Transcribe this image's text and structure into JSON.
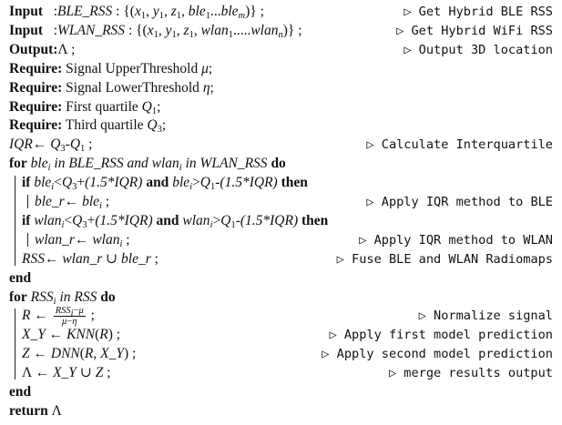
{
  "lines": [
    {
      "indent": 0,
      "code_html": "<b>Input</b>&nbsp;&nbsp;&nbsp;:<i>BLE_RSS</i> : {(<i>x</i><sub>1</sub>, <i>y</i><sub>1</sub>, <i>z</i><sub>1</sub>, <i>ble</i><sub>1</sub>...<i>ble</i><sub><i>m</i></sub>)} ;",
      "comment": "▷ Get Hybrid BLE RSS"
    },
    {
      "indent": 0,
      "code_html": "<b>Input</b>&nbsp;&nbsp;&nbsp;:<i>WLAN_RSS</i> : {(<i>x</i><sub>1</sub>, <i>y</i><sub>1</sub>, <i>z</i><sub>1</sub>, <i>wlan</i><sub>1</sub>.....<i>wlan</i><sub><i>n</i></sub>)} ;",
      "comment": "▷ Get Hybrid WiFi RSS"
    },
    {
      "indent": 0,
      "code_html": "<b>Output:</b>Λ ;",
      "comment": "▷ Output 3D location"
    },
    {
      "indent": 0,
      "code_html": "<b>Require:</b> Signal UpperThreshold <i>μ</i>;",
      "comment": ""
    },
    {
      "indent": 0,
      "code_html": "<b>Require:</b> Signal LowerThreshold <i>η</i>;",
      "comment": ""
    },
    {
      "indent": 0,
      "code_html": "<b>Require:</b> First quartile <i>Q</i><sub>1</sub>;",
      "comment": ""
    },
    {
      "indent": 0,
      "code_html": "<b>Require:</b> Third quartile <i>Q</i><sub>3</sub>;",
      "comment": ""
    },
    {
      "indent": 0,
      "code_html": "<i>IQR</i>← <i>Q</i><sub>3</sub>-<i>Q</i><sub>1</sub> ;",
      "comment": "▷ Calculate Interquartile"
    },
    {
      "indent": 0,
      "code_html": "<b>for</b> <i>ble<sub>i</sub> in BLE_RSS and wlan<sub>i</sub> in WLAN_RSS</i> <b>do</b>",
      "comment": ""
    },
    {
      "indent": 1,
      "code_html": "<b>if</b> <i>ble<sub>i</sub></i>&lt;<i>Q</i><sub>3</sub>+<i>(1.5*IQR)</i> <i><b>and</b></i> <i>ble<sub>i</sub></i>&gt;<i>Q</i><sub>1</sub>-<i>(1.5*IQR)</i> <b>then</b>",
      "comment": ""
    },
    {
      "indent": 2,
      "code_html": "<i>ble_r</i>← <i>ble<sub>i</sub></i> ;",
      "comment": "▷ Apply IQR method to BLE"
    },
    {
      "indent": 1,
      "code_html": "<b>if</b> <i>wlan<sub>i</sub></i>&lt;<i>Q</i><sub>3</sub>+<i>(1.5*IQR)</i> <i><b>and</b></i> <i>wlan<sub>i</sub></i>&gt;<i>Q</i><sub>1</sub>-<i>(1.5*IQR)</i> <b>then</b>",
      "comment": ""
    },
    {
      "indent": 2,
      "code_html": "<i>wlan_r</i>← <i>wlan<sub>i</sub></i> ;",
      "comment": "▷ Apply IQR method to WLAN"
    },
    {
      "indent": 1,
      "code_html": "<i>RSS</i>← <i>wlan_r</i> ∪ <i>ble_r</i> ;",
      "comment": "▷ Fuse BLE and WLAN Radiomaps"
    },
    {
      "indent": 0,
      "code_html": "<b>end</b>",
      "comment": ""
    },
    {
      "indent": 0,
      "code_html": "<b>for</b> <i>RSS<sub>i</sub> in RSS</i> <b>do</b>",
      "comment": ""
    },
    {
      "indent": 1,
      "code_html": "<i>R</i> ← <span class=\"frac\"><span class=\"num\"><i>RSS<sub>i</sub></i>−<i>μ</i></span><span class=\"den\"><i>μ</i>−<i>η</i></span></span> ;",
      "comment": "▷ Normalize signal"
    },
    {
      "indent": 1,
      "code_html": "<i>X_Y</i> ← <i>KNN</i>(<i>R</i>) ;",
      "comment": "▷ Apply first model prediction"
    },
    {
      "indent": 1,
      "code_html": "<i>Z</i> ← <i>DNN</i>(<i>R</i>, <i>X_Y</i>) ;",
      "comment": "▷ Apply second model prediction"
    },
    {
      "indent": 1,
      "code_html": "Λ ← <i>X_Y</i> ∪ <i>Z</i> ;",
      "comment": "▷ merge results output"
    },
    {
      "indent": 0,
      "code_html": "<b>end</b>",
      "comment": ""
    },
    {
      "indent": 0,
      "code_html": "<b>return</b> Λ",
      "comment": ""
    }
  ]
}
